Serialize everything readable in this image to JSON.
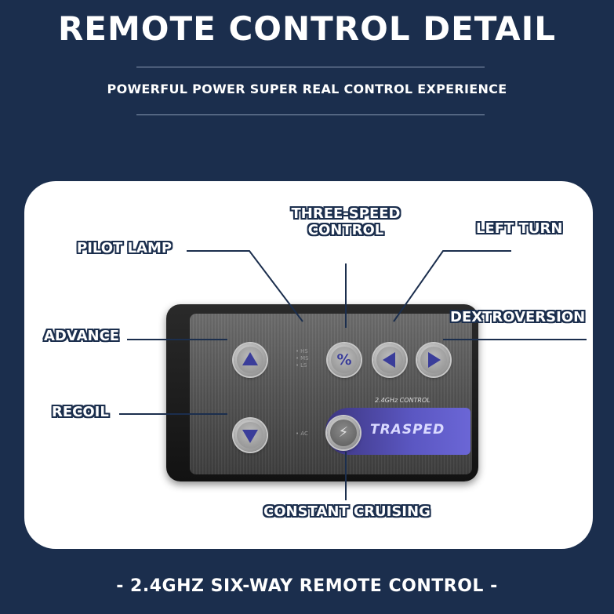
{
  "header": {
    "title": "REMOTE CONTROL DETAIL",
    "subtitle": "POWERFUL POWER SUPER REAL CONTROL EXPERIENCE"
  },
  "labels": {
    "three_speed_line1": "THREE-SPEED",
    "three_speed_line2": "CONTROL",
    "pilot_lamp": "PILOT LAMP",
    "left_turn": "LEFT TURN",
    "dextroversion": "DEXTROVERSION",
    "advance": "ADVANCE",
    "recoil": "RECOIL",
    "constant_cruising": "CONSTANT CRUISING"
  },
  "device": {
    "brand": "TRASPED",
    "frequency_label": "2.4GHz CONTROL",
    "indicators": [
      "HS",
      "MS",
      "LS"
    ],
    "ac_indicator": "AC",
    "percent_symbol": "%"
  },
  "footer": {
    "caption": "- 2.4GHZ SIX-WAY REMOTE CONTROL -"
  },
  "colors": {
    "background": "#1b2e4d",
    "panel": "#ffffff",
    "accent_purple": "#5b57c2",
    "arrow_blue": "#3a3d9a"
  },
  "icons": {
    "up": "triangle-up-icon",
    "down": "triangle-down-icon",
    "left": "triangle-left-icon",
    "right": "triangle-right-icon",
    "cruise": "lightning-icon"
  }
}
